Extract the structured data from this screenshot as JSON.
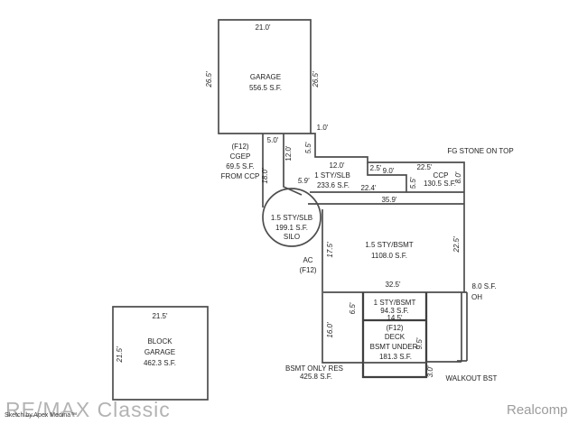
{
  "footer": {
    "brand": "RE/MAX Classic",
    "credit": "Sketch by Apex Medina™",
    "provider": "Realcomp"
  },
  "colors": {
    "wall_line": "#4d4d4d",
    "text": "#1f1f1f",
    "brand_gray": "#b3b3b3",
    "provider_gray": "#9c9c9c",
    "background": "#ffffff"
  },
  "rooms": {
    "garage": {
      "name": "GARAGE",
      "area": "556.5 S.F."
    },
    "cgep": {
      "l1": "(F12)",
      "l2": "CGEP",
      "l3": "69.5 S.F.",
      "l4": "FROM CCP"
    },
    "slb1": {
      "name": "1 STY/SLB",
      "area": "233.6 S.F."
    },
    "ccp": {
      "name": "CCP",
      "area": "130.5 S.F."
    },
    "silo": {
      "l1": "1.5 STY/SLB",
      "l2": "199.1 S.F.",
      "l3": "SILO"
    },
    "ac": {
      "l1": "AC",
      "l2": "(F12)"
    },
    "main": {
      "name": "1.5 STY/BSMT",
      "area": "1108.0 S.F."
    },
    "sty1": {
      "name": "1 STY/BSMT",
      "area": "94.3 S.F."
    },
    "deck": {
      "l1": "(F12)",
      "l2": "DECK",
      "l3": "BSMT UNDER",
      "l4": "181.3 S.F."
    },
    "bsmt_only": {
      "l1": "BSMT ONLY RES",
      "l2": "425.8 S.F."
    },
    "block_garage": {
      "l1": "BLOCK",
      "l2": "GARAGE",
      "l3": "462.3 S.F."
    }
  },
  "annotations": {
    "fg_stone": "FG STONE ON TOP",
    "oh_area": "8.0 S.F.",
    "oh": "OH",
    "walkout": "WALKOUT BST"
  },
  "dims": {
    "garage_top": "21.0'",
    "garage_left": "26.5'",
    "garage_right": "26.5'",
    "jog": "1.0'",
    "d5_0": "5.0'",
    "d12_0v": "12.0'",
    "d18_0": "18.0'",
    "d5_5a": "5.5'",
    "d12_0h": "12.0'",
    "d2_5": "2.5'",
    "d9_0": "9.0'",
    "d22_5t": "22.5'",
    "d5_5b": "5.5'",
    "d8_0": "8.0'",
    "d5_9": "5.9'",
    "d22_4": "22.4'",
    "d35_9": "35.9'",
    "d17_5": "17.5'",
    "d22_5r": "22.5'",
    "d32_5": "32.5'",
    "d16_0": "16.0'",
    "d6_5": "6.5'",
    "d14_5": "14.5'",
    "d9_5": "9.5'",
    "d3_0": "3.0'",
    "blk_top": "21.5'",
    "blk_left": "21.5'"
  }
}
